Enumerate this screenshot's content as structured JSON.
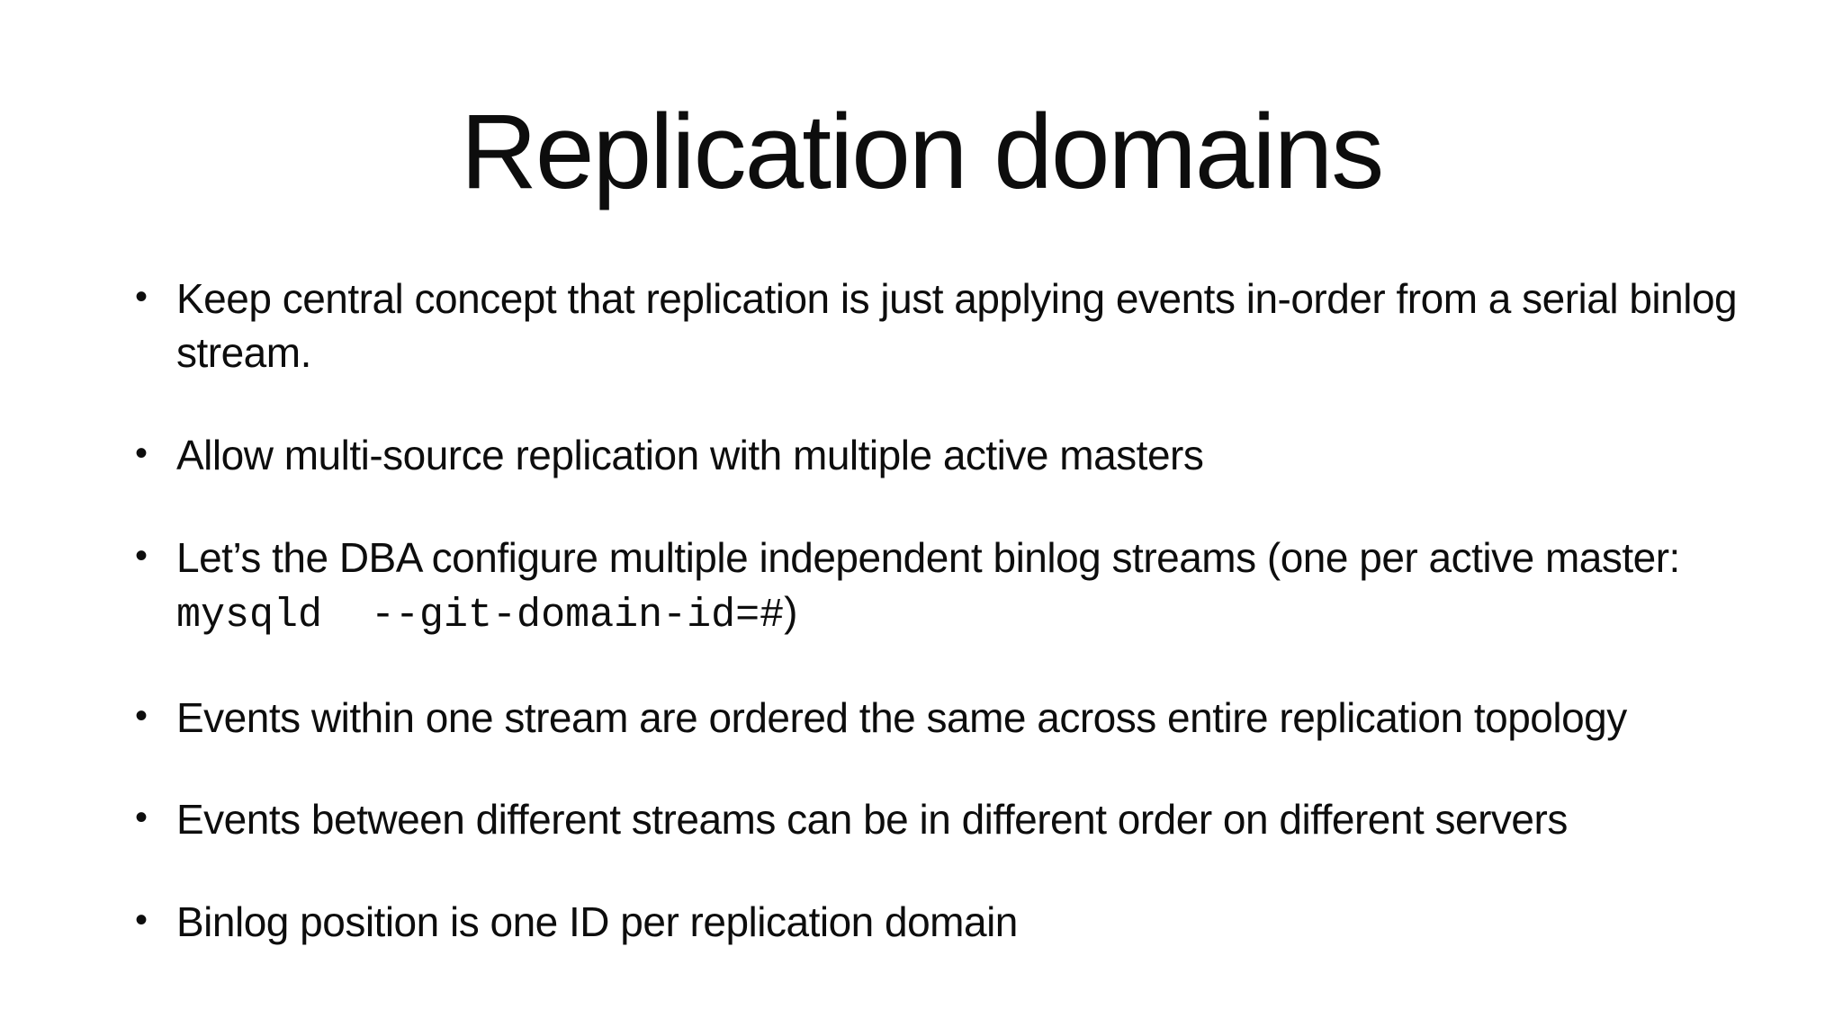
{
  "slide": {
    "title": "Replication domains",
    "bullet_glyph": "•",
    "bullets": [
      {
        "text": "Keep central concept that replication is just applying events in-order from a serial binlog stream."
      },
      {
        "text": "Allow multi-source replication with multiple active masters"
      },
      {
        "pre": "Let’s the DBA configure multiple independent binlog streams (one per active master: ",
        "code": "mysqld  --git-domain-id=#",
        "post": ")"
      },
      {
        "text": "Events within one stream are ordered the same across entire replication topology"
      },
      {
        "text": "Events between different streams can be in different order on different servers"
      },
      {
        "text": "Binlog position is one ID per replication domain"
      }
    ],
    "colors": {
      "background": "#ffffff",
      "text": "#0d0d0d"
    }
  }
}
